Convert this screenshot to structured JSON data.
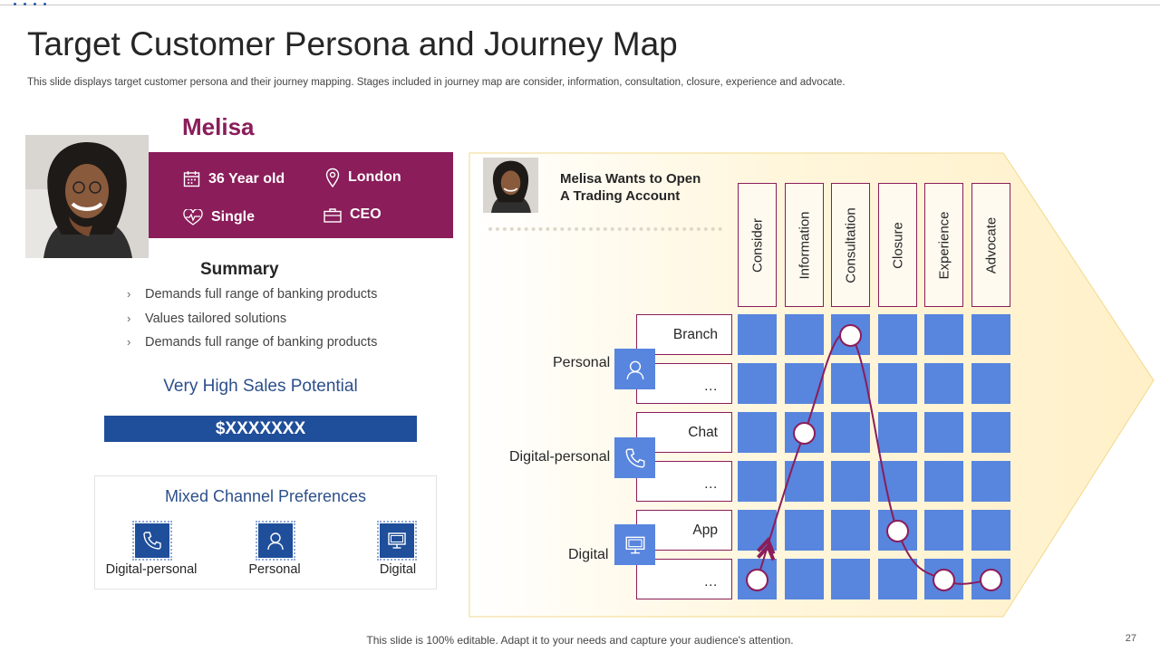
{
  "slide": {
    "title": "Target Customer Persona and Journey Map",
    "subtitle": "This slide displays target customer persona and their journey mapping. Stages included in journey map are consider, information, consultation, closure, experience and advocate.",
    "footer": "This slide is 100% editable. Adapt it to your needs and capture your audience's attention.",
    "page_number": "27"
  },
  "persona": {
    "name": "Melisa",
    "age": "36 Year old",
    "location": "London",
    "status": "Single",
    "role": "CEO"
  },
  "summary": {
    "title": "Summary",
    "items": [
      "Demands full range of banking products",
      "Values tailored solutions",
      "Demands full range of banking products"
    ]
  },
  "sales": {
    "label": "Very High Sales Potential",
    "value": "$XXXXXXX"
  },
  "channels": {
    "title": "Mixed Channel Preferences",
    "items": [
      {
        "label": "Digital-personal",
        "icon": "phone-icon"
      },
      {
        "label": "Personal",
        "icon": "person-icon"
      },
      {
        "label": "Digital",
        "icon": "monitor-icon"
      }
    ]
  },
  "journey": {
    "heading_line1": "Melisa Wants to Open",
    "heading_line2": "A Trading Account",
    "stages": [
      "Consider",
      "Information",
      "Consultation",
      "Closure",
      "Experience",
      "Advocate"
    ],
    "rows": [
      "Branch",
      "…",
      "Chat",
      "…",
      "App",
      "…"
    ],
    "channel_groups": [
      {
        "label": "Personal",
        "icon": "person-icon"
      },
      {
        "label": "Digital-personal",
        "icon": "phone-icon"
      },
      {
        "label": "Digital",
        "icon": "monitor-icon"
      }
    ],
    "path": [
      {
        "stage": "Consider",
        "row": 6
      },
      {
        "stage": "Information",
        "row": 3
      },
      {
        "stage": "Consultation",
        "row": 1
      },
      {
        "stage": "Closure",
        "row": 5
      },
      {
        "stage": "Experience",
        "row": 6
      },
      {
        "stage": "Advocate",
        "row": 6
      }
    ]
  },
  "colors": {
    "brand": "#8a1d5a",
    "blue_dark": "#1f4e9a",
    "blue_cell": "#5885de",
    "cream": "#fff2cc"
  }
}
